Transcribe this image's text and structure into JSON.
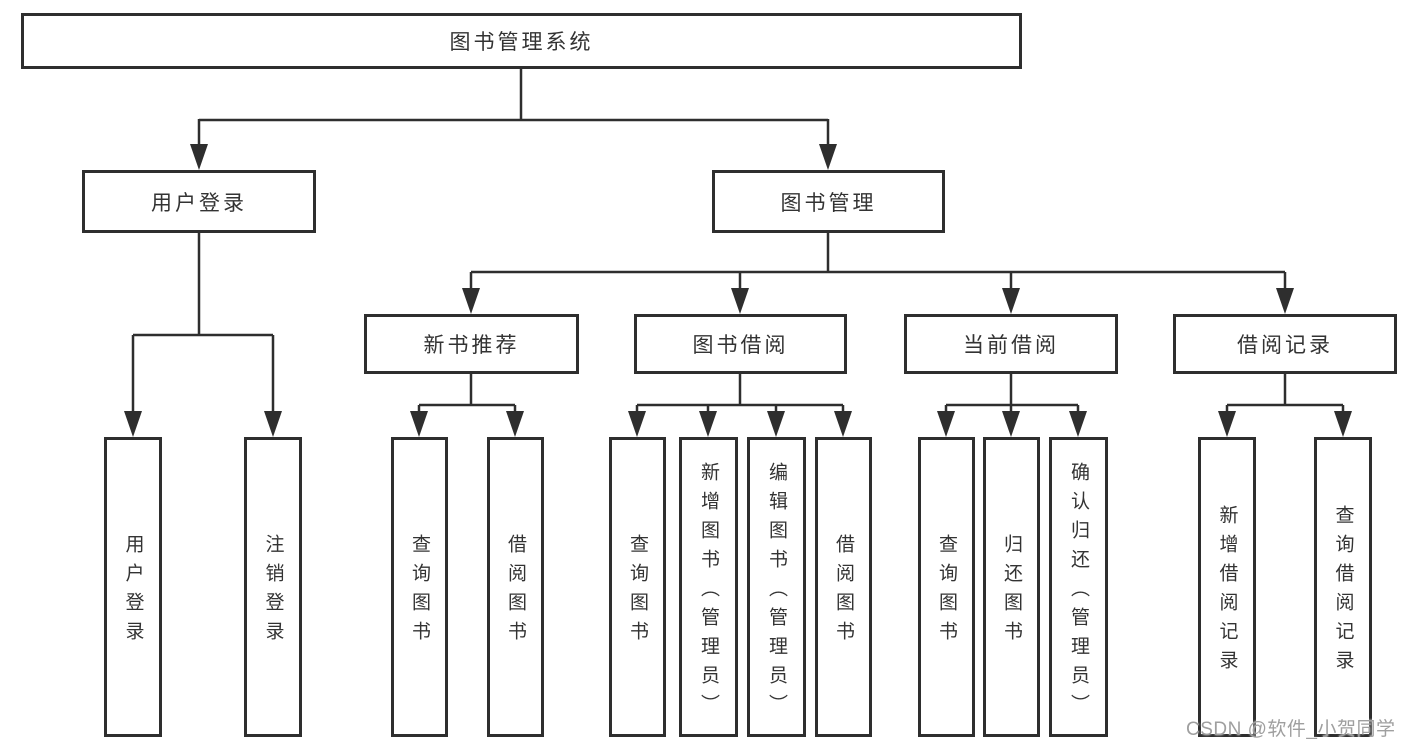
{
  "diagram": {
    "root": "图书管理系统",
    "level1": {
      "user_login": "用户登录",
      "book_mgmt": "图书管理"
    },
    "level2": {
      "new_books": "新书推荐",
      "book_borrow": "图书借阅",
      "current_borrow": "当前借阅",
      "borrow_records": "借阅记录"
    },
    "leaves": {
      "user_login": [
        "用户登录",
        "注销登录"
      ],
      "new_books": [
        "查询图书",
        "借阅图书"
      ],
      "book_borrow": [
        "查询图书",
        "新增图书（管理员）",
        "编辑图书（管理员）",
        "借阅图书"
      ],
      "current_borrow": [
        "查询图书",
        "归还图书",
        "确认归还（管理员）"
      ],
      "borrow_records": [
        "新增借阅记录",
        "查询借阅记录"
      ]
    },
    "watermark": "CSDN @软件_小贺同学",
    "colors": {
      "line": "#2e2e2e",
      "text": "#333333",
      "watermark": "#9f9f9f",
      "background": "#ffffff"
    }
  }
}
